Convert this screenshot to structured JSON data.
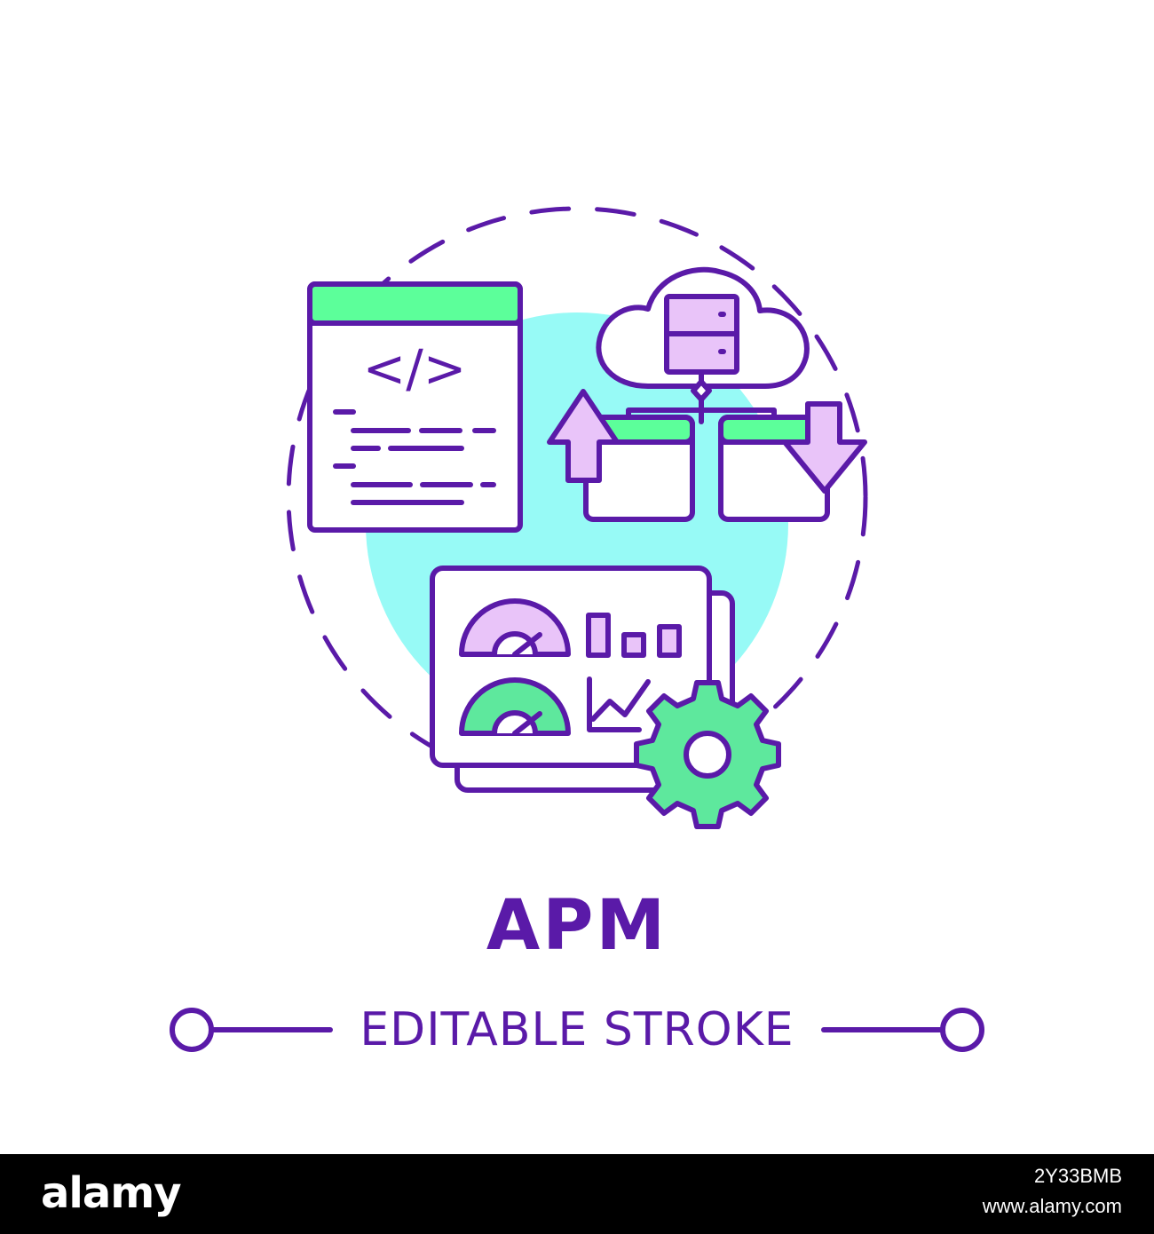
{
  "title": "APM",
  "subtitle": "EDITABLE STROKE",
  "colors": {
    "stroke": "#5a1aa8",
    "green": "#5cff9a",
    "lilac": "#e9c4f9",
    "cyan": "#97faf6",
    "gauge_green": "#5ee89d"
  },
  "icons": {
    "code_window": "code-window-icon",
    "cloud_server": "cloud-server-icon",
    "upload": "upload-arrow-icon",
    "download": "download-arrow-icon",
    "dashboard": "dashboard-icon",
    "gear": "gear-icon"
  },
  "code_symbol": "</>",
  "footer": {
    "logo": "alamy",
    "image_id": "2Y33BMB",
    "site": "www.alamy.com"
  }
}
